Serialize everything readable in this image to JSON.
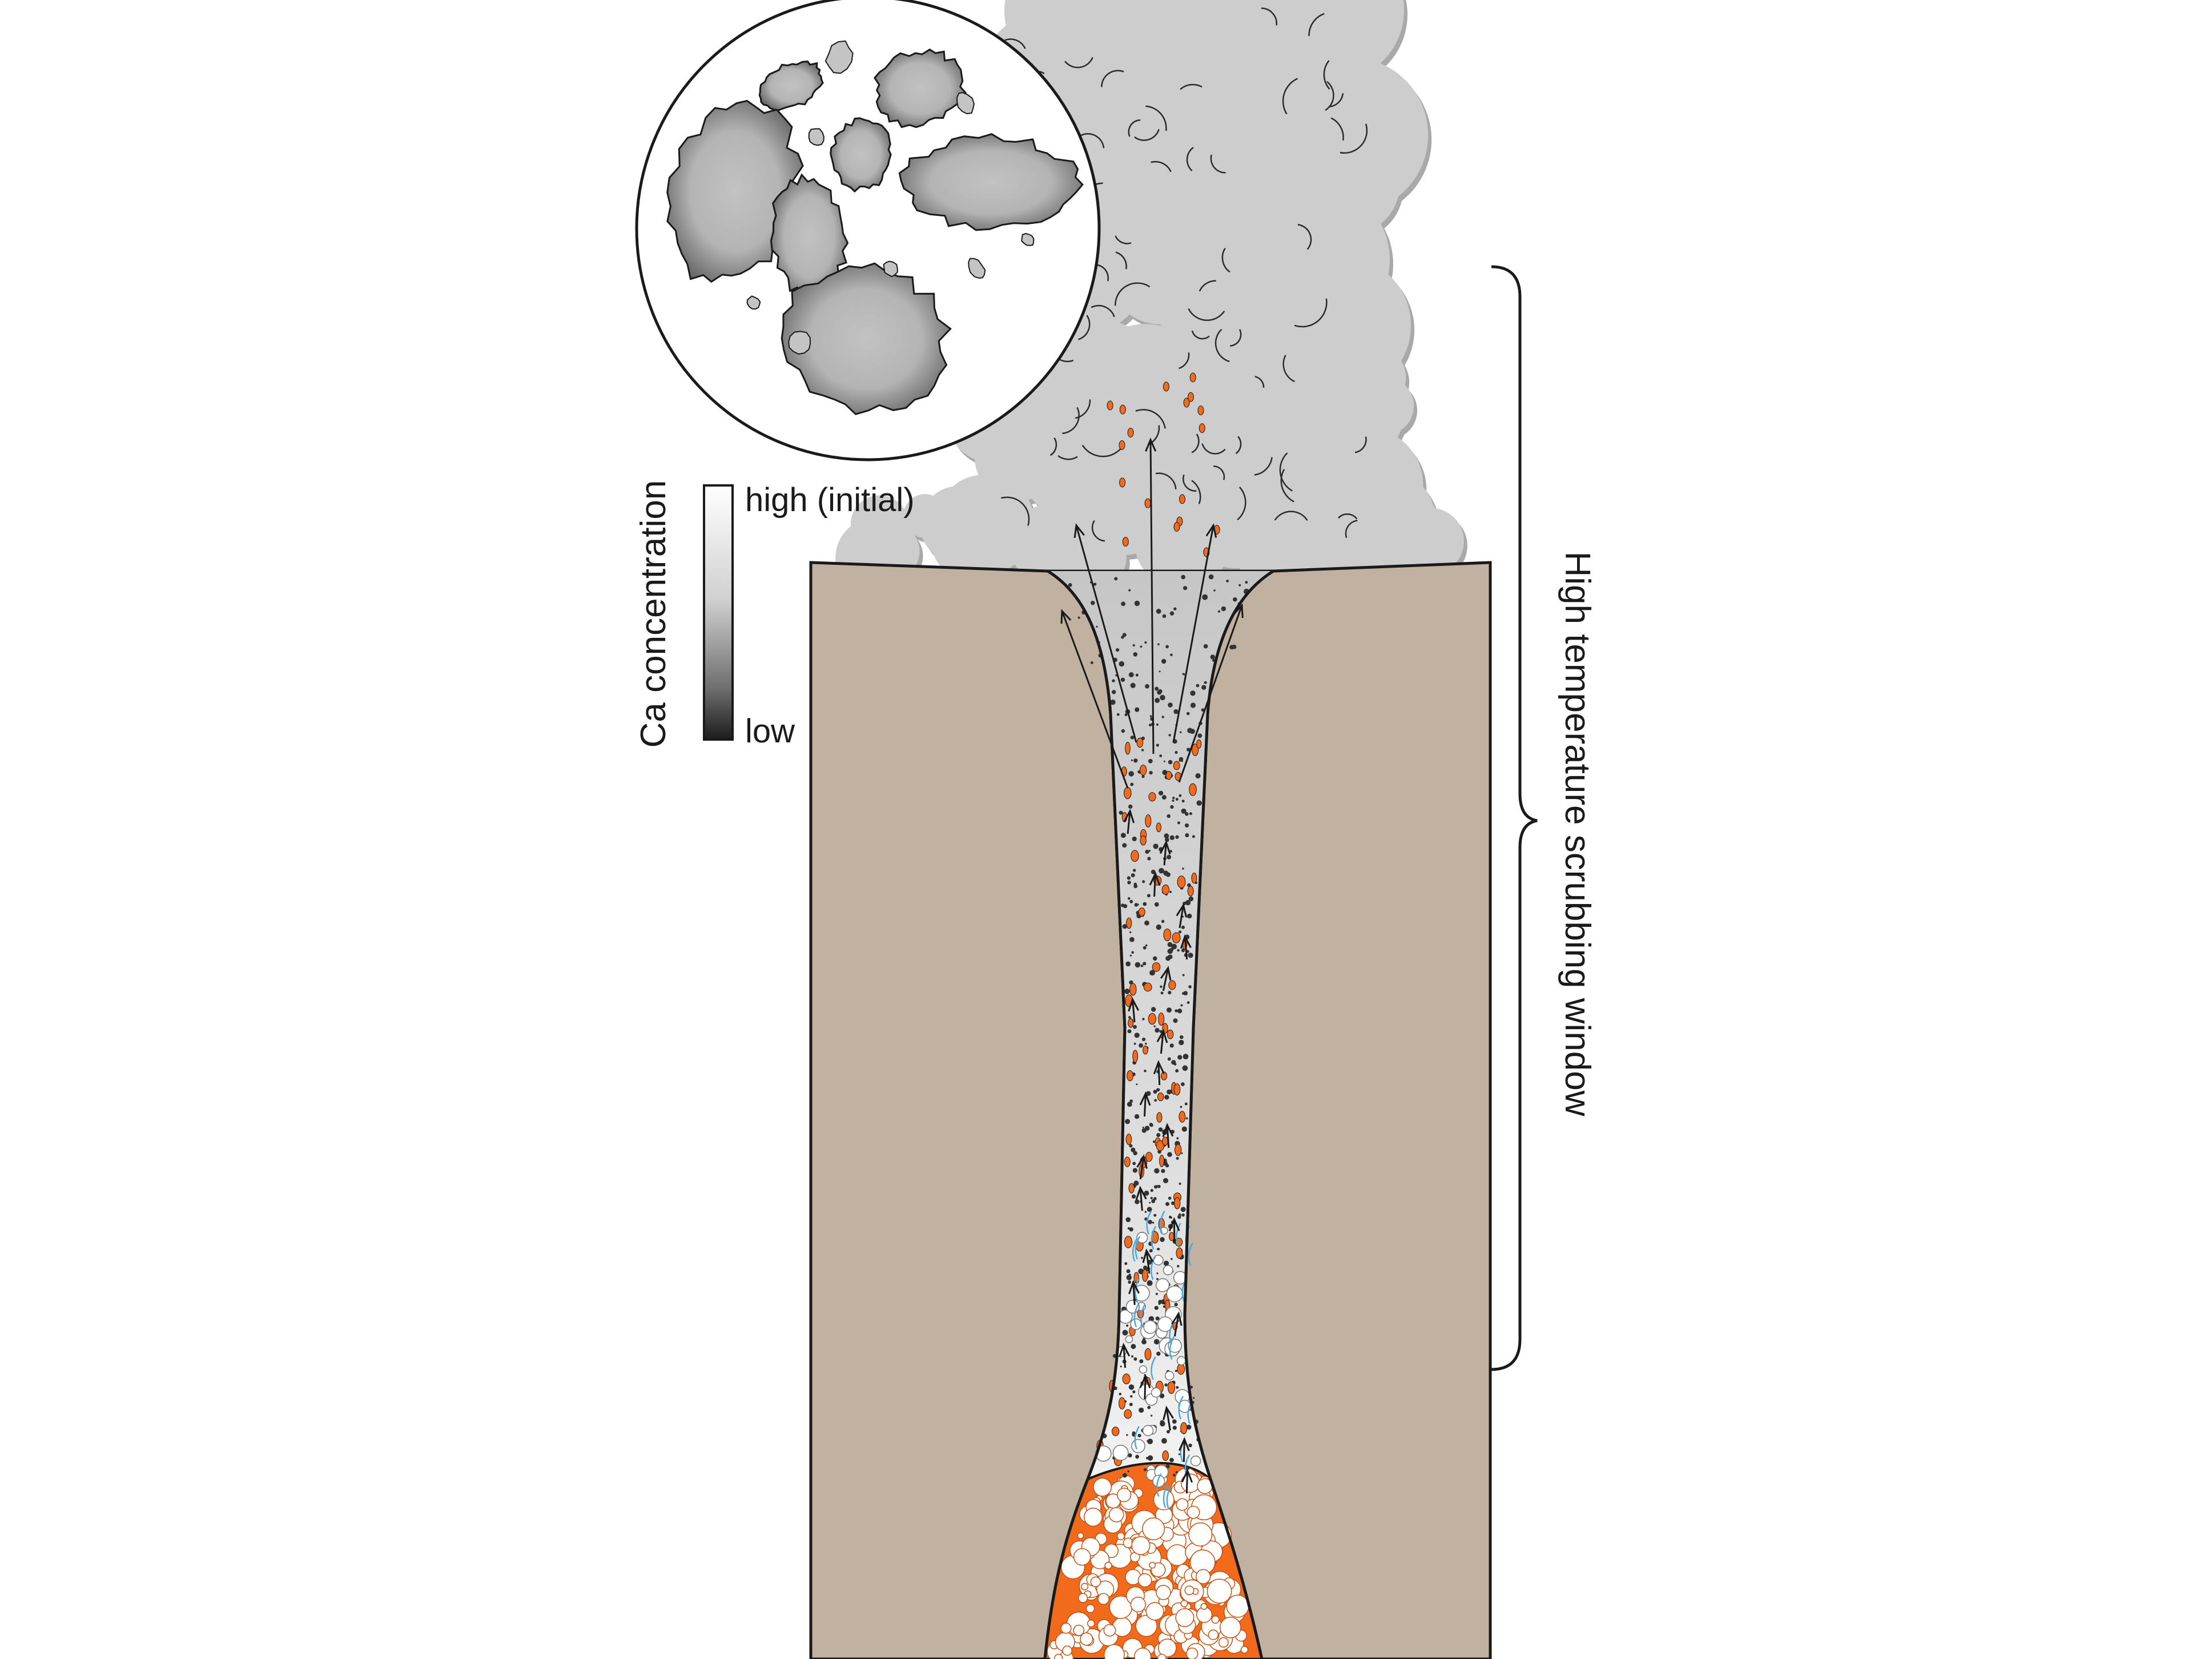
{
  "legend": {
    "title": "Ca concentration",
    "high_label": "high (initial)",
    "low_label": "low"
  },
  "bracket": {
    "label": "High temperature scrubbing window"
  },
  "colors": {
    "background": "#ffffff",
    "host_rock": "#c1b1a1",
    "ash_plume": "#cdcdcd",
    "ash_shadow": "#a9a9a9",
    "magma": "#f26a1b",
    "vesicles": "#ffffff",
    "outline": "#1a1a1a",
    "water_vapor": "#49a8e0"
  }
}
